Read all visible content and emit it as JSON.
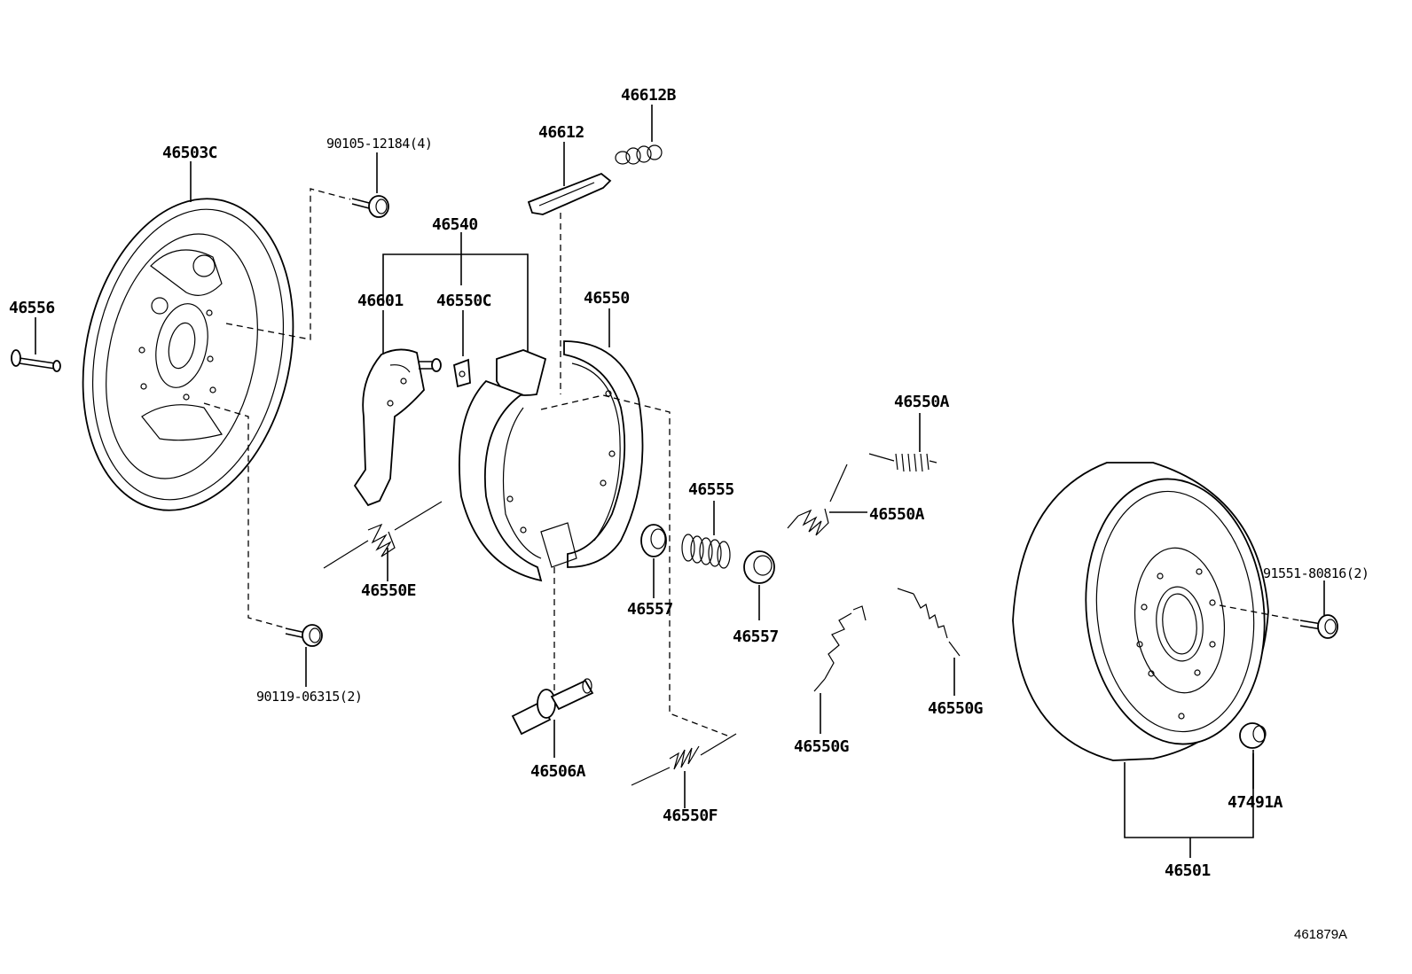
{
  "illustration_id": "461879A",
  "labels": {
    "l_46503C": "46503C",
    "l_46556": "46556",
    "l_90105": "90105-12184(4)",
    "l_90119": "90119-06315(2)",
    "l_46540": "46540",
    "l_46601": "46601",
    "l_46550C": "46550C",
    "l_46612": "46612",
    "l_46612B": "46612B",
    "l_46550": "46550",
    "l_46550E": "46550E",
    "l_46506A": "46506A",
    "l_46557a": "46557",
    "l_46555": "46555",
    "l_46557b": "46557",
    "l_46550F": "46550F",
    "l_46550A_1": "46550A",
    "l_46550A_2": "46550A",
    "l_46550G_1": "46550G",
    "l_46550G_2": "46550G",
    "l_91551": "91551-80816(2)",
    "l_47491A": "47491A",
    "l_46501": "46501"
  },
  "icons": [
    "backing-plate-icon",
    "bolt-icon",
    "lever-icon",
    "brake-shoe-icon",
    "spring-icon",
    "adjuster-icon",
    "cup-icon",
    "drum-icon",
    "plug-icon"
  ]
}
